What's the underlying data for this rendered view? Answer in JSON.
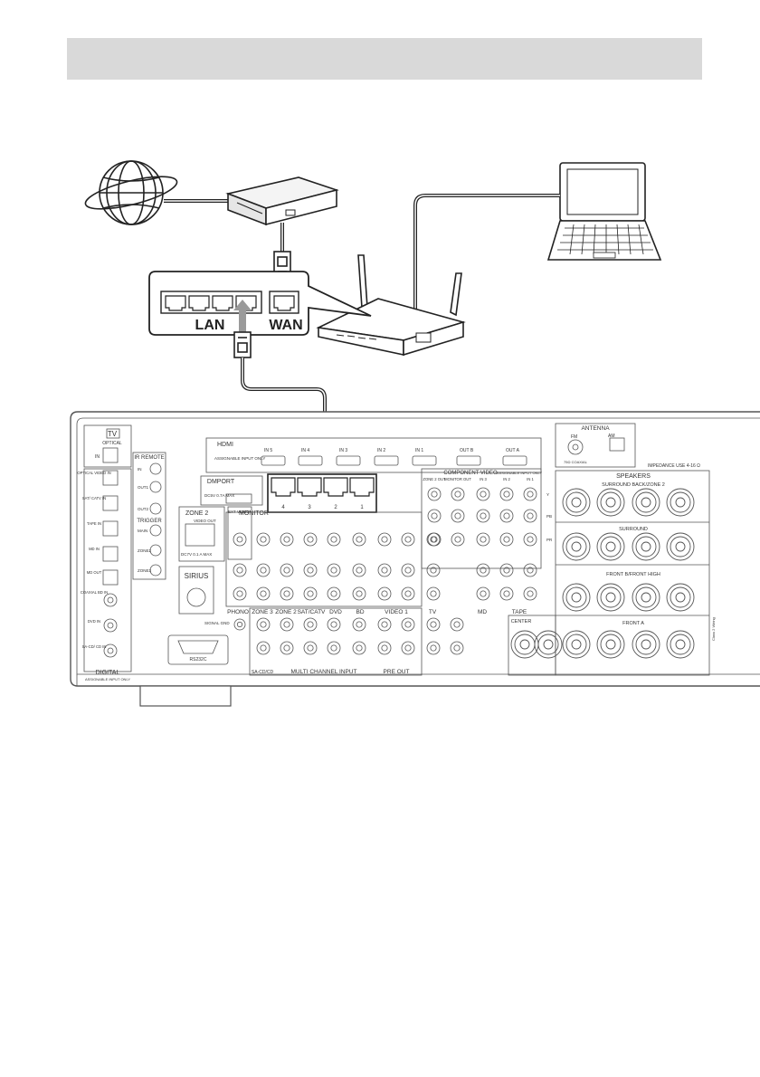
{
  "header": {
    "title": ""
  },
  "router_panel": {
    "lan_label": "LAN",
    "wan_label": "WAN"
  },
  "receiver": {
    "tv_label": "TV",
    "optical_label": "OPTICAL",
    "in_label": "IN",
    "hdmi_label": "HDMI",
    "hdmi_assignable": "ASSIGNABLE\nINPUT ONLY",
    "hdmi_inputs": [
      "IN 5",
      "IN 4",
      "IN 3",
      "IN 2",
      "IN 1"
    ],
    "hdmi_out_b": "OUT B",
    "hdmi_out_a": "OUT A",
    "ir_remote_label": "IR REMOTE",
    "ir_rows": [
      "IN",
      "OUT1",
      "OUT2"
    ],
    "trigger_label": "TRIGGER",
    "trigger_rows": [
      "MAIN",
      "ZONE2",
      "ZONE3"
    ],
    "dmport_label": "DMPORT",
    "dmport_spec": "DC5V\n0.7A MAX",
    "lan_port_numbers": [
      "4",
      "3",
      "2",
      "1"
    ],
    "zone2_label": "ZONE 2",
    "zone2_video_out": "VIDEO OUT",
    "zone2_power": "DC7V 0.1 A MAX",
    "sirius_label": "SIRIUS",
    "rs232c_label": "RS232C",
    "signal_gnd": "SIGNAL GND",
    "digital_left": [
      "OPTICAL VIDEO IN",
      "SAT/ CATV IN",
      "TAPE IN",
      "MD IN",
      "MD OUT",
      "COAXIAL BD IN",
      "DVD IN",
      "SA-CD/ CD IN"
    ],
    "digital_label": "DIGITAL",
    "digital_assignable": "ASSIGNABLE INPUT ONLY",
    "ext_video": "EXT VIDEO",
    "monitor_label": "MONITOR",
    "bottom_groups": [
      "PHONO",
      "ZONE 3",
      "ZONE 2",
      "SAT/CATV",
      "DVD",
      "BD",
      "VIDEO 1",
      "TV",
      "MD",
      "TAPE"
    ],
    "multi_channel": "MULTI CHANNEL INPUT",
    "pre_out": "PRE OUT",
    "sacd_cd": "SA-CD/CD",
    "component_video": "COMPONENT VIDEO",
    "component_assignable": "ASSIGNABLE INPUT ONLY",
    "component_cols": [
      "ZONE 2 OUT",
      "MONITOR OUT",
      "IN 3",
      "IN 2",
      "IN 1"
    ],
    "component_rows": [
      "Y",
      "PB",
      "PR"
    ],
    "antenna_label": "ANTENNA",
    "fm_label": "FM",
    "am_label": "AM",
    "fm_coaxial": "75Ω COAXIAL",
    "impedance": "IMPEDANCE USE 4-16 Ω",
    "speakers_label": "SPEAKERS",
    "surround_back_zone2": "SURROUND BACK/ZONE 2",
    "surround": "SURROUND",
    "front_b_high": "FRONT B/FRONT HIGH",
    "front_a": "FRONT A",
    "center": "CENTER",
    "class2": "Class 2 Wiring"
  },
  "colors": {
    "header_bg": "#d9d9d9",
    "line": "#222222",
    "arrow": "#9a9a9a"
  }
}
